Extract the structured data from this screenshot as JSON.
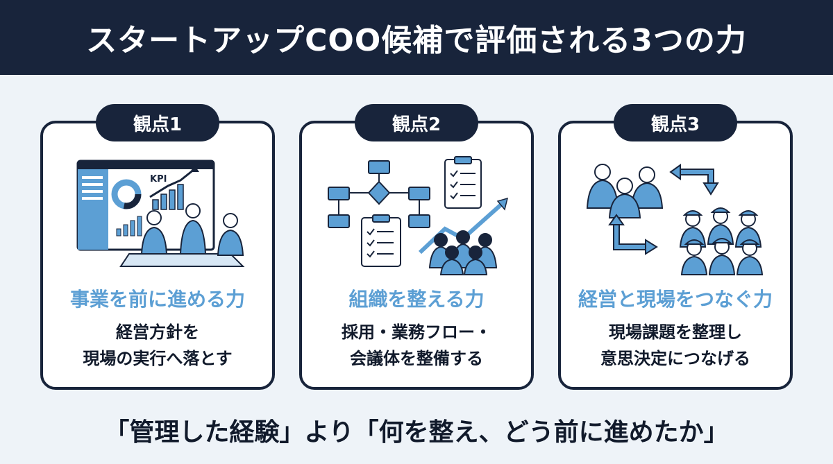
{
  "title": "スタートアップCOO候補で評価される3つの力",
  "cards": [
    {
      "badge": "観点1",
      "heading": "事業を前に進める力",
      "desc_line1": "経営方針を",
      "desc_line2": "現場の実行へ落とす",
      "illus_text": "KPI"
    },
    {
      "badge": "観点2",
      "heading": "組織を整える力",
      "desc_line1": "採用・業務フロー・",
      "desc_line2": "会議体を整備する"
    },
    {
      "badge": "観点3",
      "heading": "経営と現場をつなぐ力",
      "desc_line1": "現場課題を整理し",
      "desc_line2": "意思決定につなげる"
    }
  ],
  "footer": "「管理した経験」より「何を整え、どう前に進めたか」",
  "colors": {
    "navy": "#18243b",
    "accent_blue": "#5c9fd4",
    "background": "#eef3f8"
  }
}
